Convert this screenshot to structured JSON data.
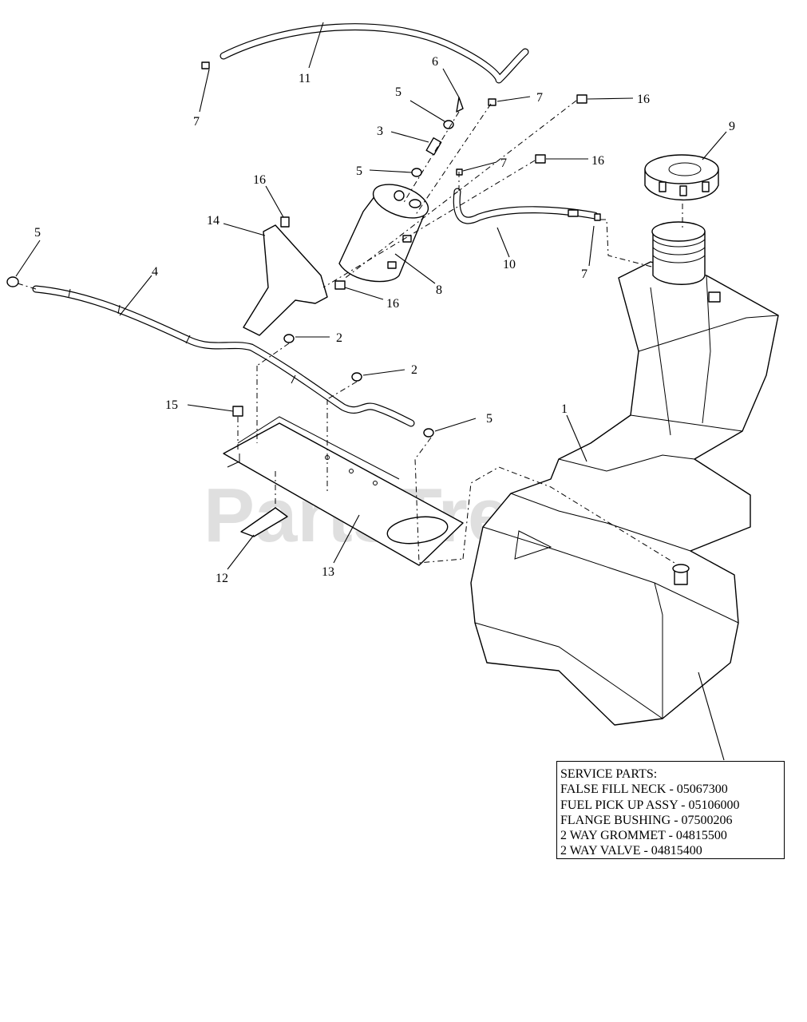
{
  "watermark": {
    "text": "PartsTree",
    "trademark": "™"
  },
  "callouts": {
    "c1": "1",
    "c2a": "2",
    "c2b": "2",
    "c3": "3",
    "c4": "4",
    "c5a": "5",
    "c5b": "5",
    "c5c": "5",
    "c5d": "5",
    "c6": "6",
    "c7a": "7",
    "c7b": "7",
    "c7c": "7",
    "c7d": "7",
    "c8": "8",
    "c9": "9",
    "c10": "10",
    "c11": "11",
    "c12": "12",
    "c13": "13",
    "c14": "14",
    "c15": "15",
    "c16a": "16",
    "c16b": "16",
    "c16c": "16",
    "c16d": "16"
  },
  "service_parts": {
    "title": "SERVICE PARTS:",
    "items": [
      "FALSE FILL NECK - 05067300",
      "FUEL PICK UP ASSY - 05106000",
      "FLANGE BUSHING - 07500206",
      "2 WAY GROMMET - 04815500",
      "2 WAY VALVE - 04815400"
    ]
  }
}
